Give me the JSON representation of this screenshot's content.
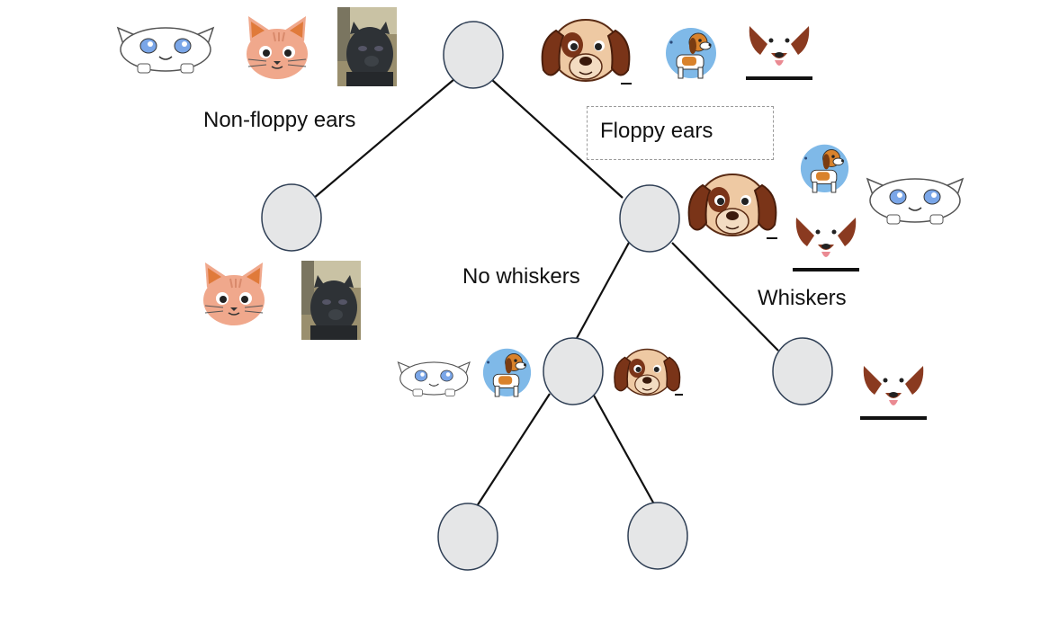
{
  "labels": {
    "non_floppy": "Non-floppy ears",
    "floppy": "Floppy ears",
    "no_whiskers": "No whiskers",
    "whiskers": "Whiskers"
  },
  "colors": {
    "node_fill": "#e5e6e7",
    "node_stroke": "#2f3f55",
    "edge": "#111111",
    "cat_orange": "#f0a88c",
    "dog_brown": "#8a3a20",
    "beagle_blue": "#7fb9e8"
  },
  "groups": {
    "root": [
      "white-cat",
      "orange-cat",
      "black-cat-photo",
      "big-dog",
      "beagle",
      "dog-face"
    ],
    "left": [
      "orange-cat",
      "black-cat-photo"
    ],
    "right": [
      "big-dog",
      "beagle",
      "dog-face",
      "white-cat"
    ],
    "right_left": [
      "white-cat",
      "beagle",
      "big-dog"
    ],
    "right_right": [
      "dog-face"
    ]
  }
}
